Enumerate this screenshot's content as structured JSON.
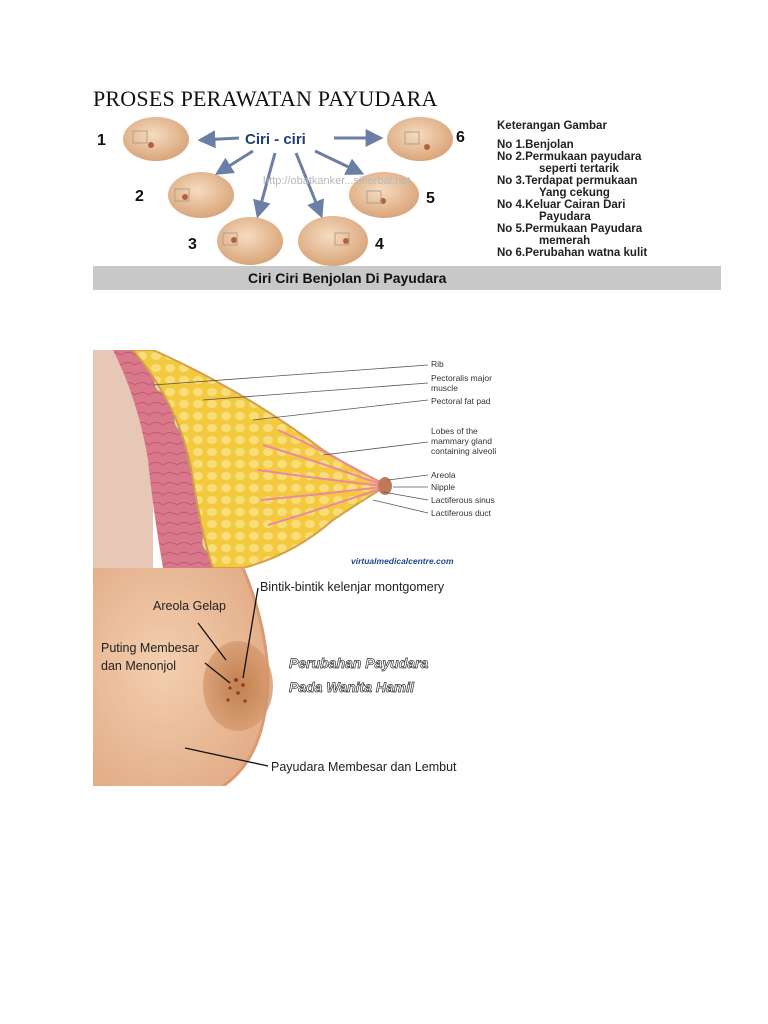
{
  "document": {
    "title": "PROSES PERAWATAN PAYUDARA"
  },
  "figure1": {
    "center_label": "Ciri - ciri",
    "numbers": [
      "1",
      "2",
      "3",
      "4",
      "5",
      "6"
    ],
    "watermark": "http://obatkanker...siherbal.net",
    "legend_title": "Keterangan Gambar",
    "legend_lines": [
      "No 1.Benjolan",
      "No 2.Permukaan payudara",
      "seperti tertarik",
      "No 3.Terdapat permukaan",
      "Yang cekung",
      "No 4.Keluar Cairan Dari",
      "Payudara",
      "No 5.Permukaan Payudara",
      "memerah",
      "No 6.Perubahan watna kulit"
    ],
    "banner": "Ciri Ciri Benjolan Di Payudara"
  },
  "figure2": {
    "labels": [
      "Rib",
      "Pectoralis major",
      "muscle",
      "Pectoral fat pad",
      "Lobes of the",
      "mammary gland",
      "containing alveoli",
      "Areola",
      "Nipple",
      "Lactiferous sinus",
      "Lactiferous duct"
    ],
    "credit": "virtualmedicalcentre.com"
  },
  "figure3": {
    "labels": {
      "montgomery": "Bintik-bintik kelenjar montgomery",
      "areola": "Areola Gelap",
      "nipple_line1": "Puting Membesar",
      "nipple_line2": "dan Menonjol",
      "enlarge": "Payudara Membesar dan Lembut"
    },
    "title_line1": "Perubahan Payudara",
    "title_line2": "Pada Wanita Hamil"
  },
  "colors": {
    "skin": "#f0c9a4",
    "banner": "#c8c8c8",
    "arrow": "#6b7fa6",
    "muscle": "#d9788a",
    "fat": "#f3c93f",
    "areola": "#b8733f"
  }
}
